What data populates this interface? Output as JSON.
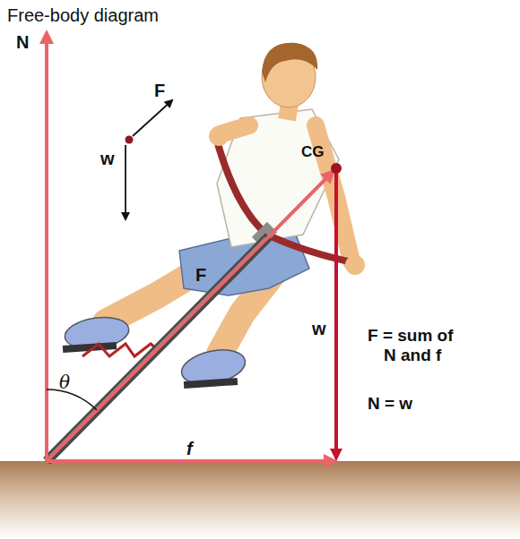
{
  "diagram": {
    "title": "Free-body diagram",
    "labels": [
      "F",
      "w",
      "N",
      "CG",
      "F",
      "θ",
      "w",
      "F = sum of N and f",
      "N = w",
      "f"
    ]
  }
}
